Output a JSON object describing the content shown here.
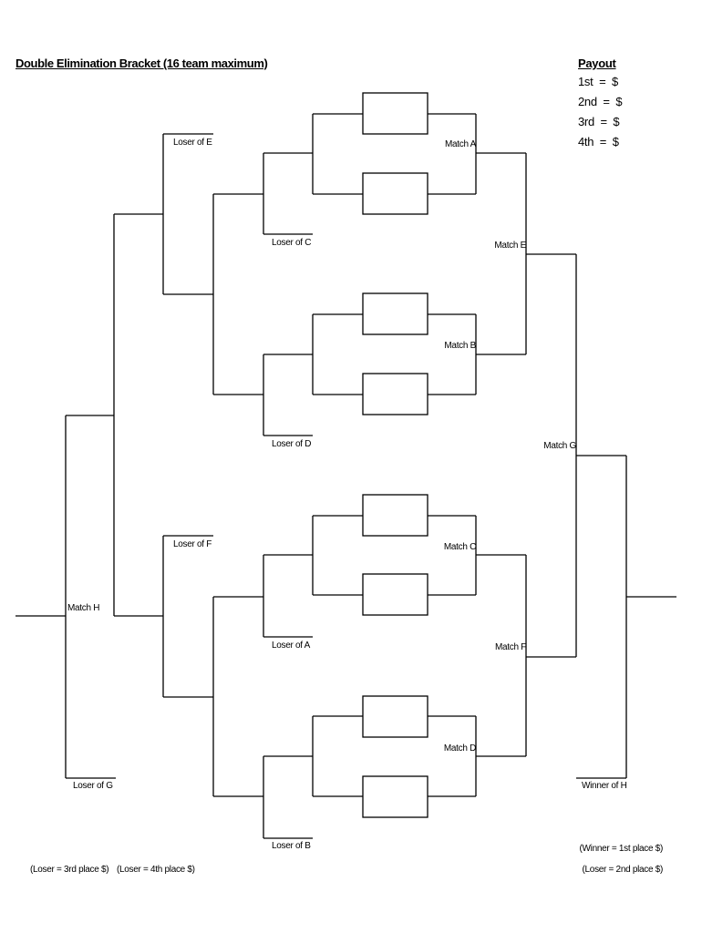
{
  "title": "Double Elimination Bracket (16 team maximum)",
  "payout": {
    "heading": "Payout",
    "lines": [
      "1st  =  $",
      "2nd  =  $",
      "3rd  =  $",
      "4th  =  $"
    ]
  },
  "labels": {
    "match_a": "Match A",
    "match_b": "Match B",
    "match_c": "Match C",
    "match_d": "Match D",
    "match_e": "Match E",
    "match_f": "Match F",
    "match_g": "Match G",
    "match_h": "Match H",
    "loser_e": "Loser of E",
    "loser_c": "Loser of C",
    "loser_d": "Loser of D",
    "loser_f": "Loser of F",
    "loser_a": "Loser of A",
    "loser_b": "Loser of B",
    "loser_g": "Loser of G",
    "winner_h": "Winner of H"
  },
  "footer": {
    "loser_3rd": "(Loser = 3rd place $)",
    "loser_4th": "(Loser = 4th place $)",
    "winner_1st": "(Winner = 1st place $)",
    "loser_2nd": "(Loser = 2nd place $)"
  }
}
